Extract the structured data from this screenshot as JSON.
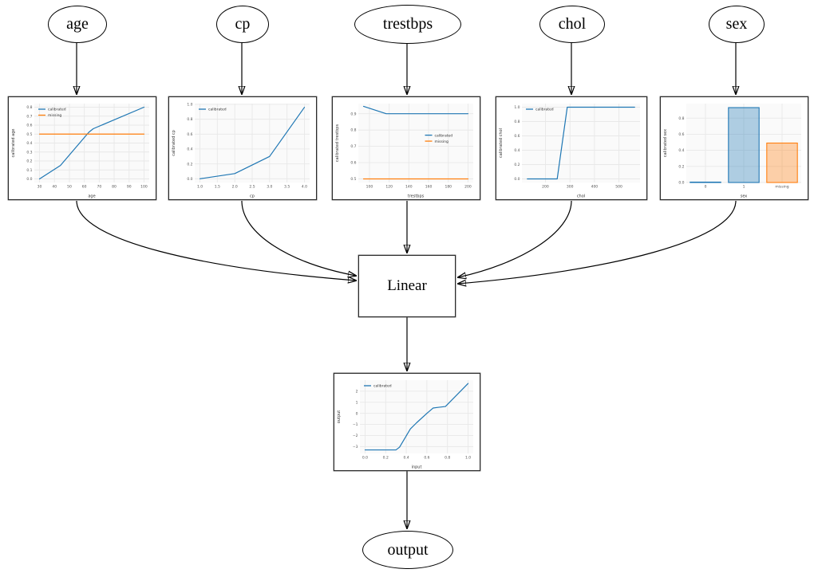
{
  "nodes": {
    "age": {
      "label": "age"
    },
    "cp": {
      "label": "cp"
    },
    "trestbps": {
      "label": "trestbps"
    },
    "chol": {
      "label": "chol"
    },
    "sex": {
      "label": "sex"
    },
    "linear": {
      "label": "Linear"
    },
    "output": {
      "label": "output"
    }
  },
  "edges": [
    {
      "from": "age",
      "to": "age-calibration-plot"
    },
    {
      "from": "cp",
      "to": "cp-calibration-plot"
    },
    {
      "from": "trestbps",
      "to": "trestbps-calibration-plot"
    },
    {
      "from": "chol",
      "to": "chol-calibration-plot"
    },
    {
      "from": "sex",
      "to": "sex-calibration-plot"
    },
    {
      "from": "age-calibration-plot",
      "to": "linear"
    },
    {
      "from": "cp-calibration-plot",
      "to": "linear"
    },
    {
      "from": "trestbps-calibration-plot",
      "to": "linear"
    },
    {
      "from": "chol-calibration-plot",
      "to": "linear"
    },
    {
      "from": "sex-calibration-plot",
      "to": "linear"
    },
    {
      "from": "linear",
      "to": "output-plot"
    },
    {
      "from": "output-plot",
      "to": "output"
    }
  ],
  "colors": {
    "calibrated_line": "#1f77b4",
    "missing_line": "#ff7f0e",
    "panel_bg": "#fafafa",
    "grid_line": "#e8e8e8",
    "tick_text": "#555555",
    "label_text": "#333333",
    "edge_stroke": "#000000"
  },
  "chart_data": [
    {
      "id": "age",
      "type": "line",
      "xlabel": "age",
      "ylabel": "calibrated age",
      "xlim": [
        26.5,
        103.5
      ],
      "ylim": [
        -0.04,
        0.84
      ],
      "xticks": [
        30,
        40,
        50,
        60,
        70,
        80,
        90,
        100
      ],
      "xtick_labels": [
        "30",
        "40",
        "50",
        "60",
        "70",
        "80",
        "90",
        "100"
      ],
      "yticks": [
        0.0,
        0.1,
        0.2,
        0.3,
        0.4,
        0.5,
        0.6,
        0.7,
        0.8
      ],
      "ytick_labels": [
        "0.0",
        "0.1",
        "0.2",
        "0.3",
        "0.4",
        "0.5",
        "0.6",
        "0.7",
        "0.8"
      ],
      "legend": {
        "pos": "upper-left",
        "entries": [
          {
            "label": "calibrated",
            "color": "#1f77b4"
          },
          {
            "label": "missing",
            "color": "#ff7f0e"
          }
        ]
      },
      "series": [
        {
          "name": "calibrated",
          "color": "#1f77b4",
          "points": [
            [
              30,
              0.0
            ],
            [
              44,
              0.15
            ],
            [
              63,
              0.52
            ],
            [
              66,
              0.56
            ],
            [
              100,
              0.8
            ]
          ]
        },
        {
          "name": "missing",
          "color": "#ff7f0e",
          "points": [
            [
              30,
              0.5
            ],
            [
              100,
              0.5
            ]
          ]
        }
      ]
    },
    {
      "id": "cp",
      "type": "line",
      "xlabel": "cp",
      "ylabel": "calibrated cp",
      "xlim": [
        0.85,
        4.15
      ],
      "ylim": [
        -0.05,
        1.01
      ],
      "xticks": [
        1.0,
        1.5,
        2.0,
        2.5,
        3.0,
        3.5,
        4.0
      ],
      "xtick_labels": [
        "1.0",
        "1.5",
        "2.0",
        "2.5",
        "3.0",
        "3.5",
        "4.0"
      ],
      "yticks": [
        0.0,
        0.2,
        0.4,
        0.6,
        0.8,
        1.0
      ],
      "ytick_labels": [
        "0.0",
        "0.2",
        "0.4",
        "0.6",
        "0.8",
        "1.0"
      ],
      "legend": {
        "pos": "upper-left",
        "entries": [
          {
            "label": "calibrated",
            "color": "#1f77b4"
          }
        ]
      },
      "series": [
        {
          "name": "calibrated",
          "color": "#1f77b4",
          "points": [
            [
              1.0,
              0.0
            ],
            [
              2.0,
              0.07
            ],
            [
              3.0,
              0.3
            ],
            [
              4.0,
              0.96
            ]
          ]
        }
      ]
    },
    {
      "id": "trestbps",
      "type": "line",
      "xlabel": "trestbps",
      "ylabel": "calibrated trestbps",
      "xlim": [
        88.7,
        205.3
      ],
      "ylim": [
        0.478,
        0.962
      ],
      "xticks": [
        100,
        120,
        140,
        160,
        180,
        200
      ],
      "xtick_labels": [
        "100",
        "120",
        "140",
        "160",
        "180",
        "200"
      ],
      "yticks": [
        0.5,
        0.6,
        0.7,
        0.8,
        0.9
      ],
      "ytick_labels": [
        "0.5",
        "0.6",
        "0.7",
        "0.8",
        "0.9"
      ],
      "legend": {
        "pos": "center-right",
        "entries": [
          {
            "label": "calibrated",
            "color": "#1f77b4"
          },
          {
            "label": "missing",
            "color": "#ff7f0e"
          }
        ]
      },
      "series": [
        {
          "name": "calibrated",
          "color": "#1f77b4",
          "points": [
            [
              94,
              0.945
            ],
            [
              117,
              0.9
            ],
            [
              200,
              0.9
            ]
          ]
        },
        {
          "name": "missing",
          "color": "#ff7f0e",
          "points": [
            [
              94,
              0.5
            ],
            [
              200,
              0.5
            ]
          ]
        }
      ]
    },
    {
      "id": "chol",
      "type": "line",
      "xlabel": "chol",
      "ylabel": "calibrated chol",
      "xlim": [
        104,
        586
      ],
      "ylim": [
        -0.05,
        1.05
      ],
      "xticks": [
        200,
        300,
        400,
        500
      ],
      "xtick_labels": [
        "200",
        "300",
        "400",
        "500"
      ],
      "yticks": [
        0.0,
        0.2,
        0.4,
        0.6,
        0.8,
        1.0
      ],
      "ytick_labels": [
        "0.0",
        "0.2",
        "0.4",
        "0.6",
        "0.8",
        "1.0"
      ],
      "legend": {
        "pos": "upper-left",
        "entries": [
          {
            "label": "calibrated",
            "color": "#1f77b4"
          }
        ]
      },
      "series": [
        {
          "name": "calibrated",
          "color": "#1f77b4",
          "points": [
            [
              126,
              0.0
            ],
            [
              248,
              0.0
            ],
            [
              289,
              1.0
            ],
            [
              564,
              1.0
            ]
          ]
        }
      ]
    },
    {
      "id": "sex",
      "type": "bar",
      "xlabel": "sex",
      "ylabel": "calibrated sex",
      "xlim": [
        -0.5,
        2.5
      ],
      "ylim": [
        0,
        0.98
      ],
      "xticks": [
        0,
        1,
        2
      ],
      "xtick_labels": [
        "0",
        "1",
        "missing"
      ],
      "categories": [
        "0",
        "1",
        "missing"
      ],
      "values": [
        0.005,
        0.93,
        0.49
      ],
      "bar_colors": [
        "#1f77b4",
        "#1f77b4",
        "#ff7f0e"
      ],
      "yticks": [
        0.0,
        0.2,
        0.4,
        0.6,
        0.8
      ],
      "ytick_labels": [
        "0.0",
        "0.2",
        "0.4",
        "0.6",
        "0.8"
      ]
    },
    {
      "id": "output",
      "type": "line",
      "xlabel": "input",
      "ylabel": "output",
      "xlim": [
        -0.05,
        1.05
      ],
      "ylim": [
        -3.62,
        3.0
      ],
      "xticks": [
        0.0,
        0.2,
        0.4,
        0.6,
        0.8,
        1.0
      ],
      "xtick_labels": [
        "0.0",
        "0.2",
        "0.4",
        "0.6",
        "0.8",
        "1.0"
      ],
      "yticks": [
        -3,
        -2,
        -1,
        0,
        1,
        2
      ],
      "ytick_labels": [
        "−3",
        "−2",
        "−1",
        "0",
        "1",
        "2"
      ],
      "legend": {
        "pos": "upper-left",
        "entries": [
          {
            "label": "calibrated",
            "color": "#1f77b4"
          }
        ]
      },
      "series": [
        {
          "name": "calibrated",
          "color": "#1f77b4",
          "points": [
            [
              0.0,
              -3.3
            ],
            [
              0.3,
              -3.3
            ],
            [
              0.335,
              -3.05
            ],
            [
              0.44,
              -1.4
            ],
            [
              0.5,
              -0.85
            ],
            [
              0.6,
              0.0
            ],
            [
              0.66,
              0.48
            ],
            [
              0.7,
              0.53
            ],
            [
              0.78,
              0.62
            ],
            [
              1.0,
              2.7
            ]
          ]
        }
      ]
    }
  ]
}
